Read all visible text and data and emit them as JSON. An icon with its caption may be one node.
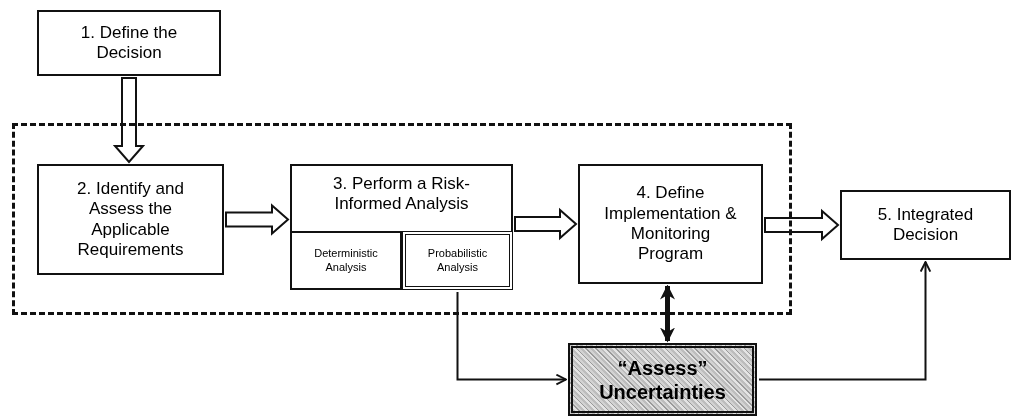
{
  "diagram": {
    "nodes": [
      {
        "text": [
          "1. Define the Decision"
        ]
      },
      {
        "text": [],
        "shape": "box"
      },
      {
        "text": [
          "2. Identify and Assess the Applicable Requirements"
        ],
        "in": 1
      },
      {
        "text": [
          "3. Perform a Risk-Informed Analysis"
        ],
        "in": 1
      },
      {
        "text": [
          "Deterministic Analysis"
        ],
        "in": 3
      },
      {
        "text": [
          "Probabilistic Analysis"
        ],
        "in": 3
      },
      {
        "text": [
          "4. Define Implementation & Monitoring Program"
        ],
        "in": 1
      },
      {
        "text": [
          "5.  Integrated Decision"
        ]
      },
      {
        "text": [
          "“Assess” Uncertainties"
        ]
      }
    ],
    "edges": [
      {
        "from": 0,
        "to": 2,
        "arrow": "to",
        "style": "thick"
      },
      {
        "from": 2,
        "to": 3,
        "arrow": "to",
        "style": "thick"
      },
      {
        "from": 3,
        "to": 6,
        "arrow": "to",
        "style": "thick"
      },
      {
        "from": 6,
        "to": 7,
        "arrow": "to",
        "style": "thick"
      },
      {
        "from": 6,
        "to": 8,
        "arrow": "both",
        "style": "thick"
      },
      {
        "from": 5,
        "to": 8,
        "arrow": "to"
      },
      {
        "from": 8,
        "to": 7,
        "arrow": "to"
      }
    ]
  }
}
